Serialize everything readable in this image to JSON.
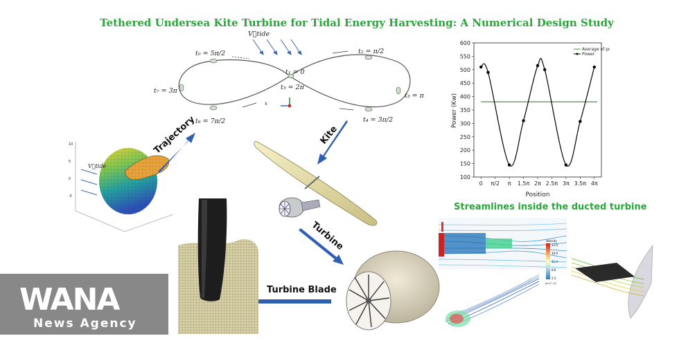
{
  "title": "Tethered Undersea Kite Turbine for Tidal Energy Harvesting: A Numerical Design Study",
  "trajectory": {
    "v_tide": "V⃗tide",
    "t0": "t₀ = 5π/2",
    "t1": "t₁ = 0",
    "t2": "t₂ = π/2",
    "t3": "t₃ = π",
    "t4": "t₄ = 3π/2",
    "t5": "t₅ = 2π",
    "t6": "t₆ = 7π/2",
    "t7": "t₇ = 3π",
    "axis_x": "x"
  },
  "sphere": {
    "v_tide": "V⃗tide"
  },
  "arrows": {
    "trajectory": "Trajectory",
    "kite": "Kite",
    "turbine": "Turbine",
    "turbine_blade": "Turbine Blade"
  },
  "streamlines_title": "Streamlines inside the ducted turbine",
  "streamlines_legend": {
    "title": "Velocity",
    "max": "12.4",
    "v2": "10.9",
    "v3": "11.4",
    "v4": "8.8",
    "min": "2.5",
    "unit": "[m s^-1]"
  },
  "watermark": {
    "logo": "WANA",
    "subtitle": "News Agency"
  },
  "colors": {
    "title_green": "#2aa63b",
    "arrow_blue": "#2f5fb0",
    "average_line": "#2aa63b",
    "power_line": "#000000"
  },
  "chart_data": {
    "type": "line",
    "xlabel": "Position",
    "ylabel": "Power (Kw)",
    "x_tick_labels": [
      "0",
      "π/2",
      "π",
      "1.5π",
      "2π",
      "2.5π",
      "3π",
      "3.5π",
      "4π"
    ],
    "x_ticks": [
      0,
      0.5,
      1,
      1.5,
      2,
      2.5,
      3,
      3.5,
      4
    ],
    "xlim": [
      -0.25,
      4.25
    ],
    "ylim": [
      100,
      600
    ],
    "y_ticks": [
      100,
      150,
      200,
      250,
      300,
      350,
      400,
      450,
      500,
      550,
      600
    ],
    "grid": false,
    "legend_position": "top-left",
    "series": [
      {
        "name": "Average of power",
        "x": [
          0,
          4.1
        ],
        "values": [
          380,
          380
        ],
        "color": "#2aa63b",
        "markers": false
      },
      {
        "name": "Power",
        "x": [
          0,
          0.25,
          1,
          1.5,
          2,
          2.25,
          3,
          3.5,
          4
        ],
        "values": [
          510,
          490,
          145,
          310,
          515,
          500,
          145,
          307,
          510
        ],
        "color": "#000000",
        "markers": true
      }
    ]
  }
}
